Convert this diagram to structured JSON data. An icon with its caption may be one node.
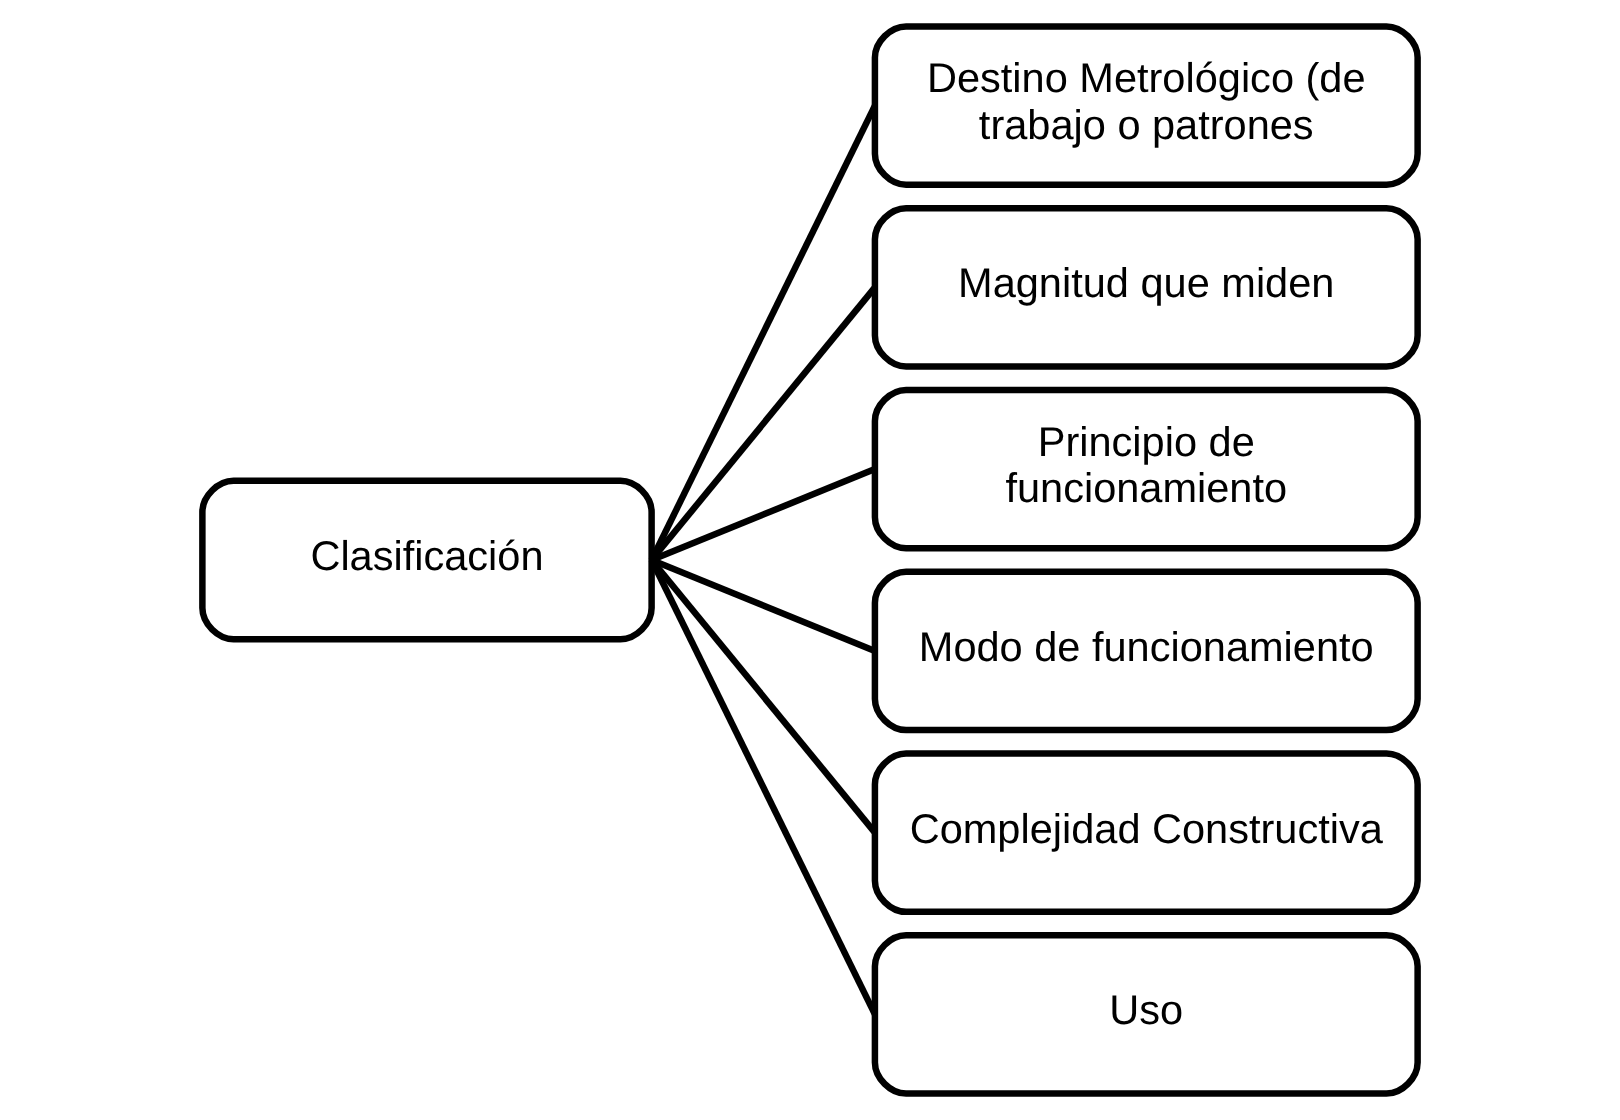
{
  "diagram": {
    "nodes": [
      {
        "text": [
          "Clasificación"
        ]
      },
      {
        "text": [
          "Destino Metrológico (de trabajo o patrones"
        ]
      },
      {
        "text": [
          "Magnitud que miden"
        ]
      },
      {
        "text": [
          "Principio de funcionamiento"
        ]
      },
      {
        "text": [
          "Modo de funcionamiento"
        ]
      },
      {
        "text": [
          "Complejidad Constructiva"
        ]
      },
      {
        "text": [
          "Uso"
        ]
      }
    ],
    "edges": [
      {
        "from": 0,
        "to": 1,
        "arrow": "none"
      },
      {
        "from": 0,
        "to": 2,
        "arrow": "none"
      },
      {
        "from": 0,
        "to": 3,
        "arrow": "none"
      },
      {
        "from": 0,
        "to": 4,
        "arrow": "none"
      },
      {
        "from": 0,
        "to": 5,
        "arrow": "none"
      },
      {
        "from": 0,
        "to": 6,
        "arrow": "none"
      }
    ]
  }
}
